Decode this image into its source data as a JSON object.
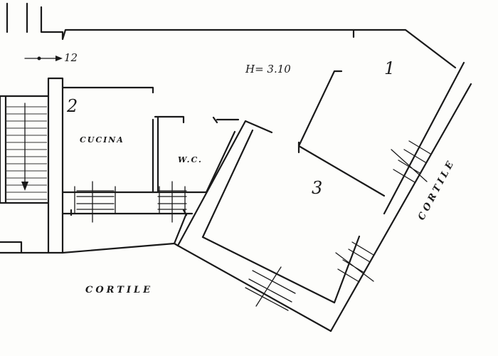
{
  "plan": {
    "height_note": "H= 3.10",
    "arrow_ref": "12",
    "rooms": {
      "room1": "1",
      "room2": "2",
      "room3": "3",
      "kitchen": "CUCINA",
      "wc": "W.C."
    },
    "courtyards": {
      "bottom": "CORTILE",
      "right": "CORTILE"
    }
  }
}
